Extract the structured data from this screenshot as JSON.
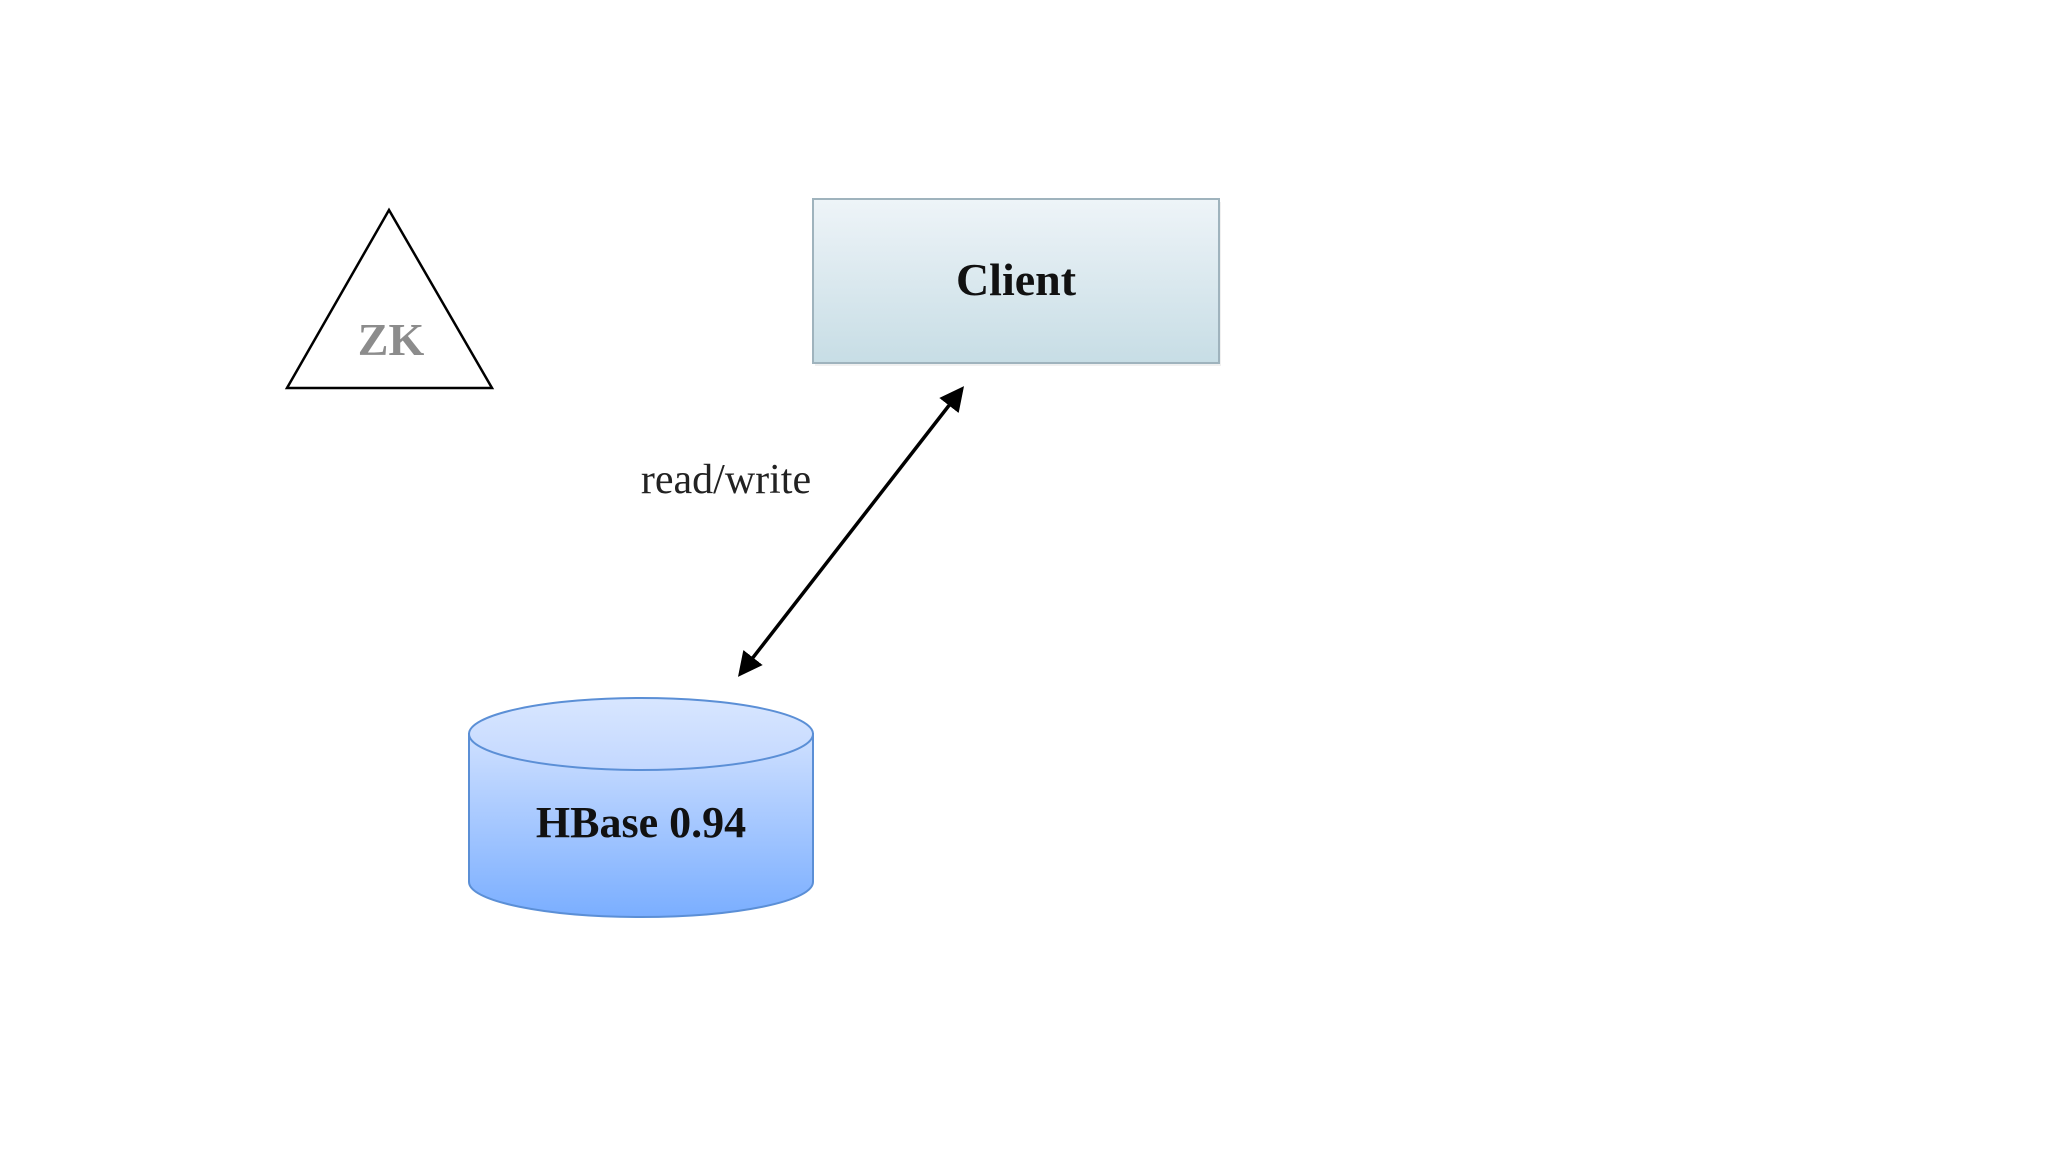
{
  "nodes": {
    "zk": {
      "label": "ZK",
      "shape": "triangle"
    },
    "client": {
      "label": "Client",
      "shape": "rectangle"
    },
    "hbase": {
      "label": "HBase 0.94",
      "shape": "cylinder"
    }
  },
  "edges": [
    {
      "from": "client",
      "to": "hbase",
      "label": "read/write",
      "direction": "bidirectional"
    }
  ],
  "colors": {
    "client_fill_top": "#eef4f8",
    "client_fill_bottom": "#c7dde5",
    "client_stroke": "#9fb3bd",
    "hbase_fill_top": "#cfe0ff",
    "hbase_fill_bottom": "#7aaeff",
    "hbase_stroke": "#5b8fd6",
    "zk_text": "#8c8c8c",
    "line": "#000000"
  }
}
